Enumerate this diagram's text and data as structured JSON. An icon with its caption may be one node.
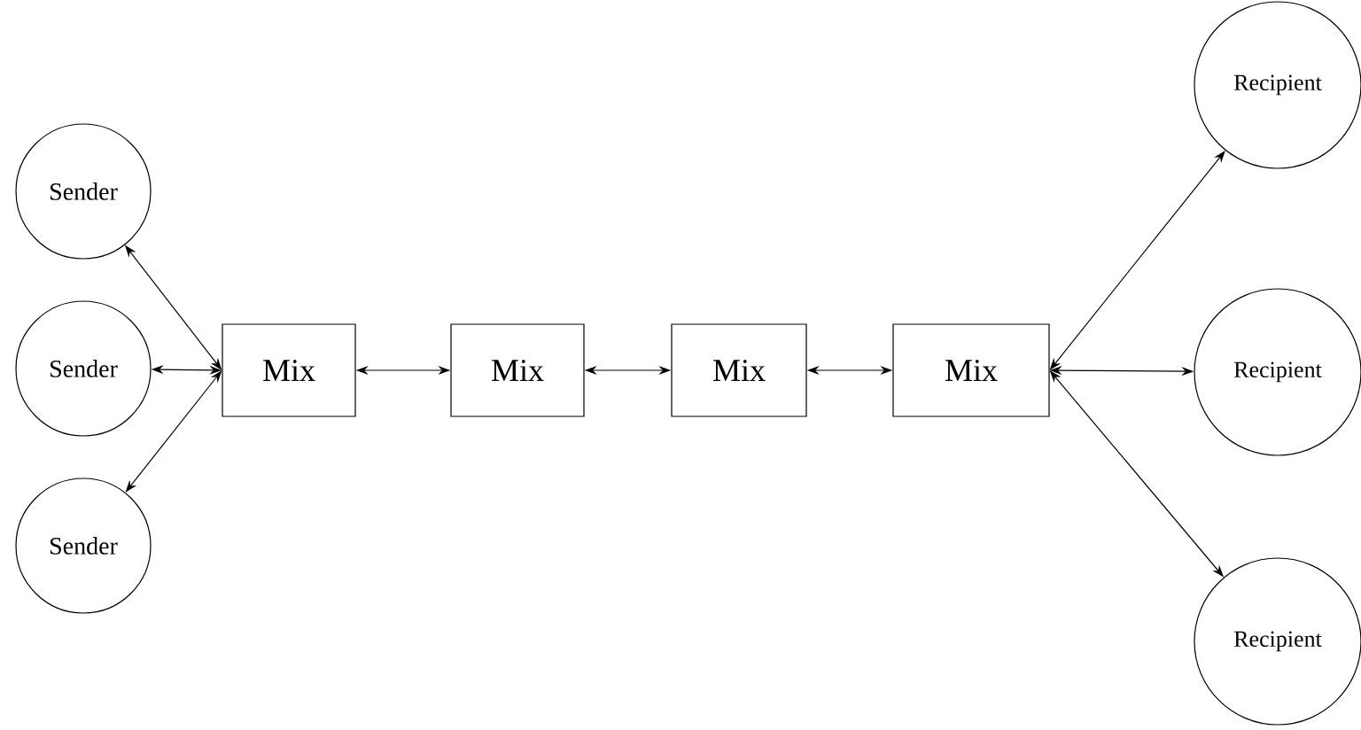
{
  "diagram": {
    "nodes": [
      {
        "text": [
          "Sender"
        ]
      },
      {
        "text": [
          "Sender"
        ]
      },
      {
        "text": [
          "Sender"
        ]
      },
      {
        "text": [
          "Mix"
        ]
      },
      {
        "text": [
          "Mix"
        ]
      },
      {
        "text": [
          "Mix"
        ]
      },
      {
        "text": [
          "Mix"
        ]
      },
      {
        "text": [
          "Recipient"
        ]
      },
      {
        "text": [
          "Recipient"
        ]
      },
      {
        "text": [
          "Recipient"
        ]
      }
    ],
    "edges": [
      {
        "from": 0,
        "to": 3,
        "arrow": "both"
      },
      {
        "from": 1,
        "to": 3,
        "arrow": "both"
      },
      {
        "from": 2,
        "to": 3,
        "arrow": "both"
      },
      {
        "from": 3,
        "to": 4,
        "arrow": "both"
      },
      {
        "from": 4,
        "to": 5,
        "arrow": "both"
      },
      {
        "from": 5,
        "to": 6,
        "arrow": "both"
      },
      {
        "from": 6,
        "to": 7,
        "arrow": "both"
      },
      {
        "from": 6,
        "to": 8,
        "arrow": "both"
      },
      {
        "from": 6,
        "to": 9,
        "arrow": "both"
      }
    ]
  }
}
